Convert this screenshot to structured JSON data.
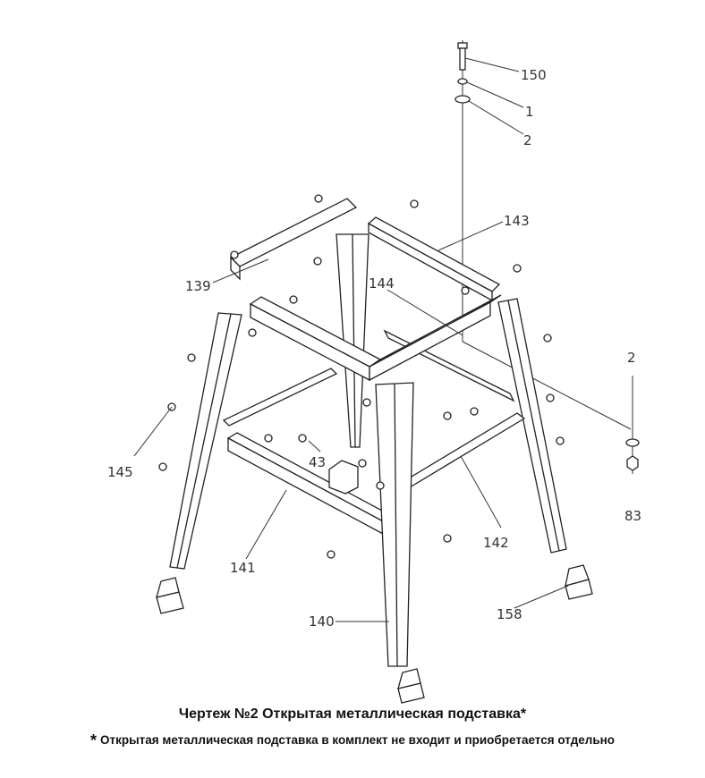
{
  "diagram": {
    "labels": {
      "p150": "150",
      "p1": "1",
      "p2a": "2",
      "p143": "143",
      "p139": "139",
      "p144": "144",
      "p2b": "2",
      "p145": "145",
      "p43": "43",
      "p83": "83",
      "p142": "142",
      "p141": "141",
      "p158": "158",
      "p140": "140"
    }
  },
  "caption": {
    "title": "Чертеж №2 Открытая металлическая подставка*",
    "note_mark": "*",
    "note": "Открытая металлическая подставка в комплект не входит и приобретается отдельно"
  }
}
